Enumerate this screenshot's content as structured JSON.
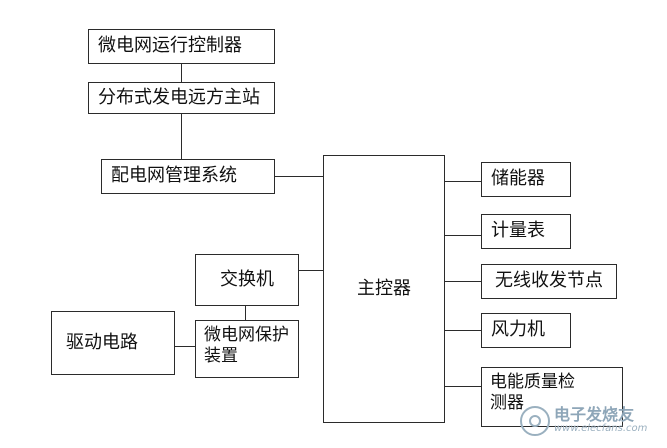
{
  "boxes": {
    "microgrid_controller": "微电网运行控制器",
    "distributed_master": "分布式发电远方主站",
    "dms": "配电网管理系统",
    "main_controller": "主控器",
    "switch": "交换机",
    "protection_line1": "微电网保护",
    "protection_line2": "装置",
    "drive_circuit": "驱动电路",
    "storage": "储能器",
    "meter": "计量表",
    "wireless_node": "无线收发节点",
    "wind_turbine": "风力机",
    "power_quality_line1": "电能质量检",
    "power_quality_line2": "测器"
  },
  "watermark": {
    "name": "电子发烧友",
    "url": "www.elecfans.com"
  }
}
